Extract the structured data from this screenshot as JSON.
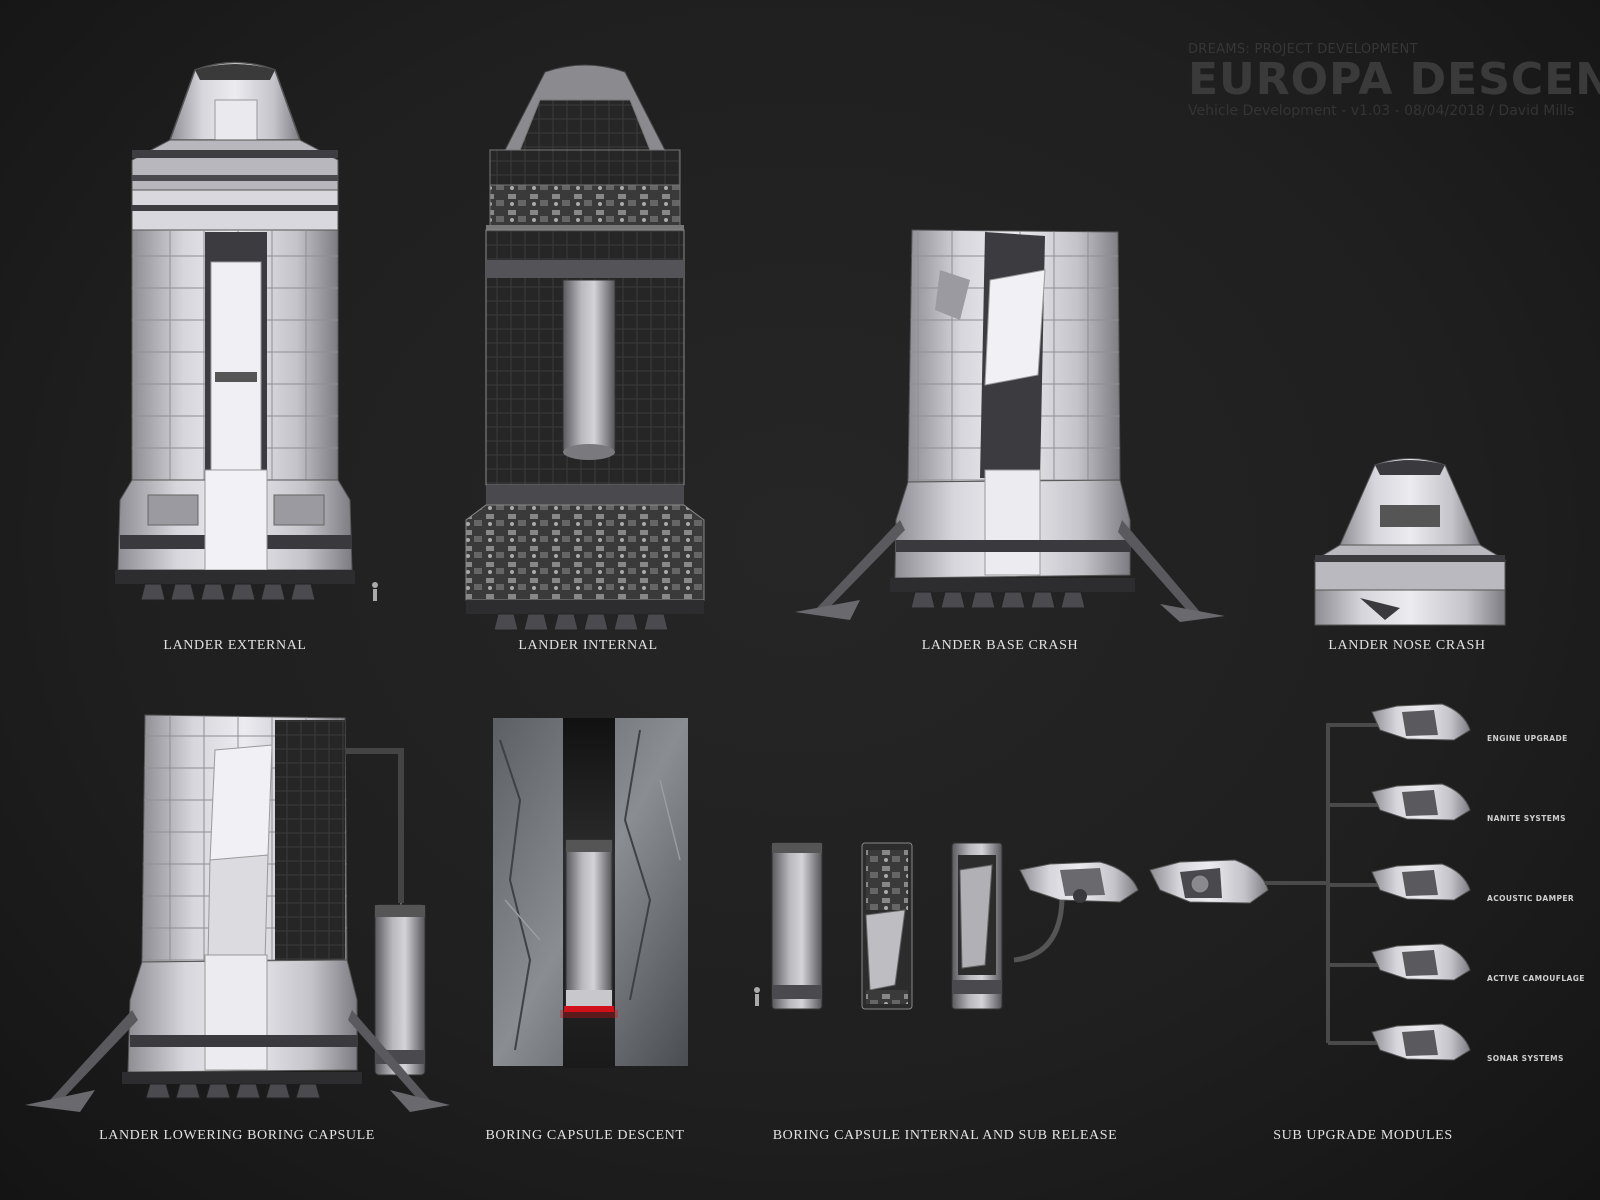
{
  "title_block": {
    "project_line": "DREAMS: PROJECT DEVELOPMENT",
    "title": "EUROPA DESCENT",
    "subtitle": "Vehicle Development - v1.03 - 08/04/2018 / David Mills"
  },
  "captions": {
    "lander_external": "LANDER EXTERNAL",
    "lander_internal": "LANDER INTERNAL",
    "lander_base_crash": "LANDER BASE CRASH",
    "lander_nose_crash": "LANDER NOSE CRASH",
    "lander_lowering": "LANDER LOWERING BORING CAPSULE",
    "boring_descent": "BORING CAPSULE DESCENT",
    "boring_internal": "BORING CAPSULE INTERNAL AND SUB RELEASE",
    "sub_modules": "SUB UPGRADE MODULES"
  },
  "modules": [
    {
      "label": "ENGINE UPGRADE"
    },
    {
      "label": "NANITE SYSTEMS"
    },
    {
      "label": "ACOUSTIC DAMPER"
    },
    {
      "label": "ACTIVE CAMOUFLAGE"
    },
    {
      "label": "SONAR SYSTEMS"
    }
  ],
  "colors": {
    "background": "#1f1f1f",
    "hull": "#c9c9cf",
    "hull_shadow": "#6a6a6e",
    "dark_metal": "#3a3a3a",
    "drill_glow": "#d0101a"
  }
}
